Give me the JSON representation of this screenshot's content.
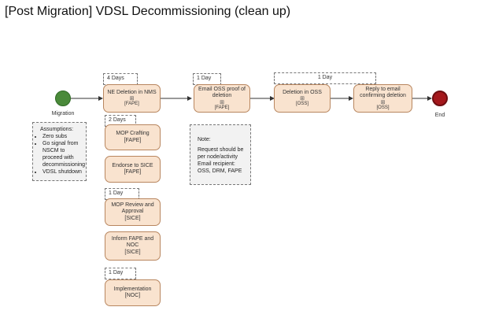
{
  "title": "[Post Migration] VDSL Decommissioning (clean up)",
  "start_event": {
    "label": "Migration",
    "color": "#4a8a3a"
  },
  "end_event": {
    "label": "End",
    "color": "#a4181c"
  },
  "loop_symbol": "⊞",
  "durations": {
    "d1": "4 Days",
    "d2": "1 Day",
    "d3": "1 Day",
    "d4": "2 Days",
    "d5": "1 Day",
    "d6": "1 Day"
  },
  "tasks": {
    "ne_deletion": {
      "label": "NE Deletion in NMS",
      "group": "[FAPE]"
    },
    "mop_crafting": {
      "label": "MOP Crafting",
      "group": "[FAPE]"
    },
    "endorse_sice": {
      "label": "Endorse to SICE",
      "group": "[FAPE]"
    },
    "mop_review": {
      "label": "MOP Review and Approval",
      "group": "[SICE]"
    },
    "inform_fape": {
      "label": "Inform FAPE and NOC",
      "group": "[SICE]"
    },
    "implementation": {
      "label": "Implementation",
      "group": "[NOC]"
    },
    "email_oss": {
      "label": "Email OSS proof of deletion",
      "group": "[FAPE]"
    },
    "deletion_oss": {
      "label": "Deletion in OSS",
      "group": "[OSS]"
    },
    "reply_email": {
      "label": "Reply to email confirming deletion",
      "group": "[OSS]"
    }
  },
  "assumptions": {
    "heading": "Assumptions:",
    "items": [
      "Zero subs",
      "Go signal from NSCM to proceed with decommissioning",
      "VDSL shutdown"
    ]
  },
  "note": {
    "heading": "Note:",
    "body": "Request should be per node/activity",
    "email_label": "Email recipient:",
    "recipients": "OSS, DRM, FAPE"
  }
}
